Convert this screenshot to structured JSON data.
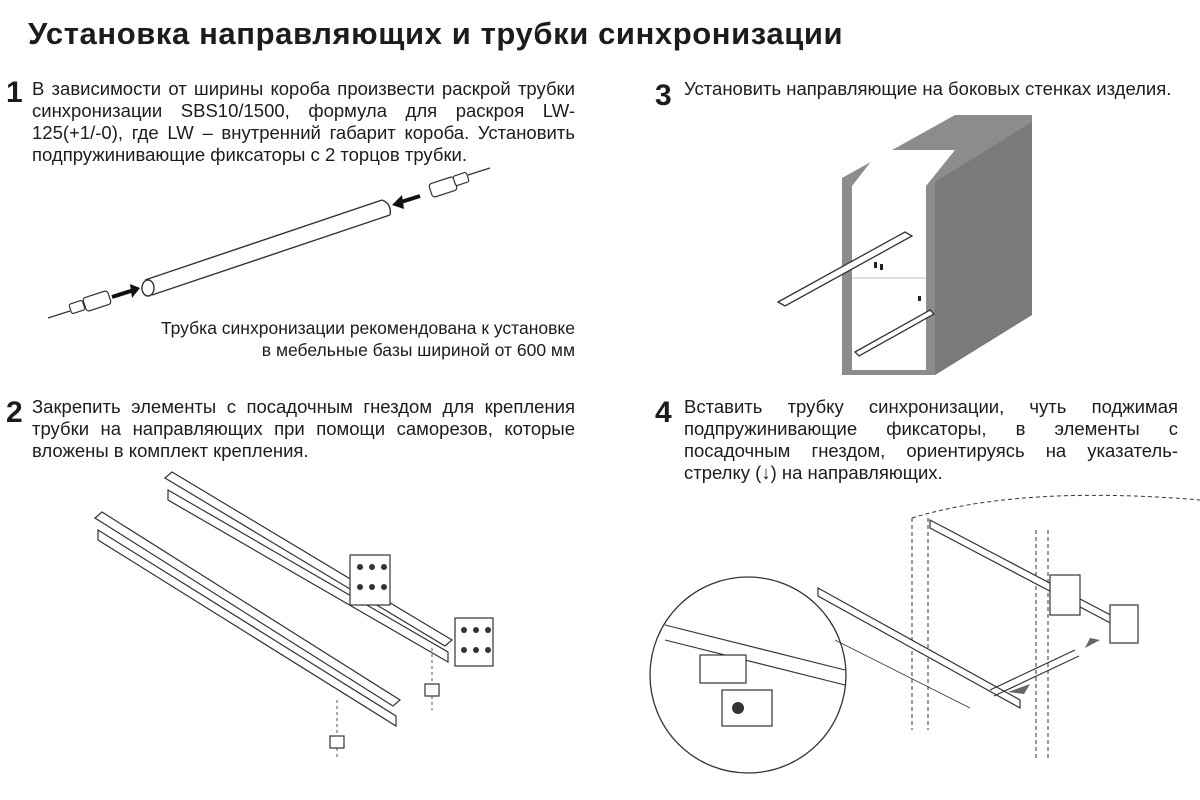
{
  "title": "Установка направляющих и трубки синхронизации",
  "steps": [
    {
      "number": "1",
      "text": "В зависимости от ширины короба произвести раскрой трубки синхронизации SBS10/1500, формула для раскроя LW-125(+1/-0), где LW – внутренний габарит короба. Установить подпружинивающие фиксаторы с 2 торцов трубки."
    },
    {
      "number": "2",
      "text": "Закрепить элементы с посадочным гнездом для крепления трубки на направляющих при помощи саморезов, которые вложены в комплект крепления."
    },
    {
      "number": "3",
      "text": "Установить направляющие на боковых стенках изделия."
    },
    {
      "number": "4",
      "text": "Вставить трубку синхронизации, чуть поджимая подпружинивающие фиксаторы, в элементы с посадочным гнездом, ориентируясь на указатель-стрелку (↓) на направляющих."
    }
  ],
  "note": {
    "line1": "Трубка синхронизации рекомендована к установке",
    "line2": "в мебельные базы шириной от 600 мм"
  },
  "figures": {
    "step1": "sync-tube-with-spring-latches",
    "step2": "drawer-runners-with-mounting-sockets",
    "step3": "cabinet-with-runners",
    "step4": "tube-insertion-with-detail"
  },
  "colors": {
    "text": "#1c1c1c",
    "line": "#333333",
    "cabinet": "#8c8c8c",
    "cabinet_side": "#7a7a7a"
  }
}
